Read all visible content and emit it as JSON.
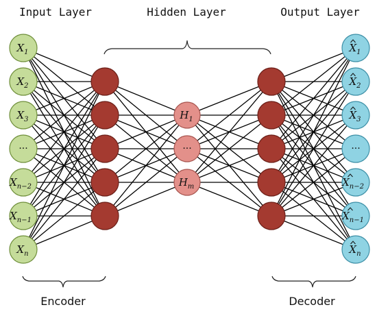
{
  "titles": {
    "input_layer": "Input Layer",
    "hidden_layer": "Hidden Layer",
    "output_layer": "Output Layer"
  },
  "labels": {
    "encoder": "Encoder",
    "decoder": "Decoder"
  },
  "colors": {
    "input_fill": "#c5dc9a",
    "input_stroke": "#6f8f3b",
    "hidden_fill": "#a43a30",
    "hidden_stroke": "#6b1f18",
    "code_fill": "#e3908a",
    "code_stroke": "#a85650",
    "output_fill": "#8fd3e3",
    "output_stroke": "#3d8fa6"
  },
  "layers": {
    "input": [
      {
        "base": "X",
        "sub": "1"
      },
      {
        "base": "X",
        "sub": "2"
      },
      {
        "base": "X",
        "sub": "3"
      },
      {
        "dots": "···"
      },
      {
        "base": "X",
        "sub": "n−2"
      },
      {
        "base": "X",
        "sub": "n−1"
      },
      {
        "base": "X",
        "sub": "n"
      }
    ],
    "encoder_hidden_count": 5,
    "code": [
      {
        "base": "H",
        "sub": "1"
      },
      {
        "dots": "···"
      },
      {
        "base": "H",
        "sub": "m"
      }
    ],
    "decoder_hidden_count": 5,
    "output": [
      {
        "base": "X",
        "hat": true,
        "sub": "1"
      },
      {
        "base": "X",
        "hat": true,
        "sub": "2"
      },
      {
        "base": "X",
        "hat": true,
        "sub": "3"
      },
      {
        "dots": "···"
      },
      {
        "base": "X",
        "hat": true,
        "sub": "n−2"
      },
      {
        "base": "X",
        "hat": true,
        "sub": "n−1"
      },
      {
        "base": "X",
        "hat": true,
        "sub": "n"
      }
    ]
  }
}
